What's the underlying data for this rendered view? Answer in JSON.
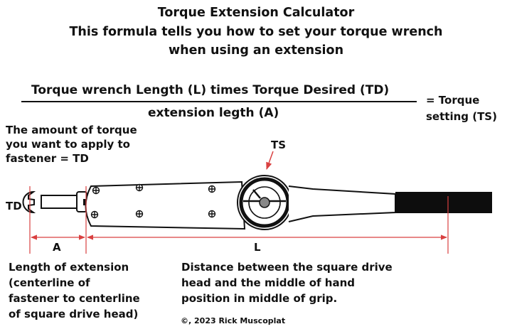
{
  "title_lines": [
    "Torque Extension Calculator",
    "This formula tells you  how to set your torque wrench",
    "when using an extension"
  ],
  "formula": {
    "numerator": "Torque wrench Length (L) times  Torque Desired (TD)",
    "denominator": "extension legth (A)",
    "result_line1": "= Torque",
    "result_line2": "setting (TS)"
  },
  "td_note": {
    "lines": [
      "The amount of torque",
      "you want to apply to",
      "fastener = TD"
    ]
  },
  "labels": {
    "ts": "TS",
    "td": "TD",
    "a": "A",
    "l": "L"
  },
  "extension_note": {
    "lines": [
      "Length of extension",
      "(centerline of",
      "fastener to centerline",
      "of square drive head)"
    ]
  },
  "distance_note": {
    "lines": [
      "Distance between the square drive",
      "head and the middle of hand",
      "position in middle of grip."
    ]
  },
  "copyright": "©, 2023 Rick Muscoplat",
  "colors": {
    "dimension_red": "#d94040",
    "ink": "#111111",
    "grip": "#0d0d0d",
    "background": "#ffffff"
  }
}
